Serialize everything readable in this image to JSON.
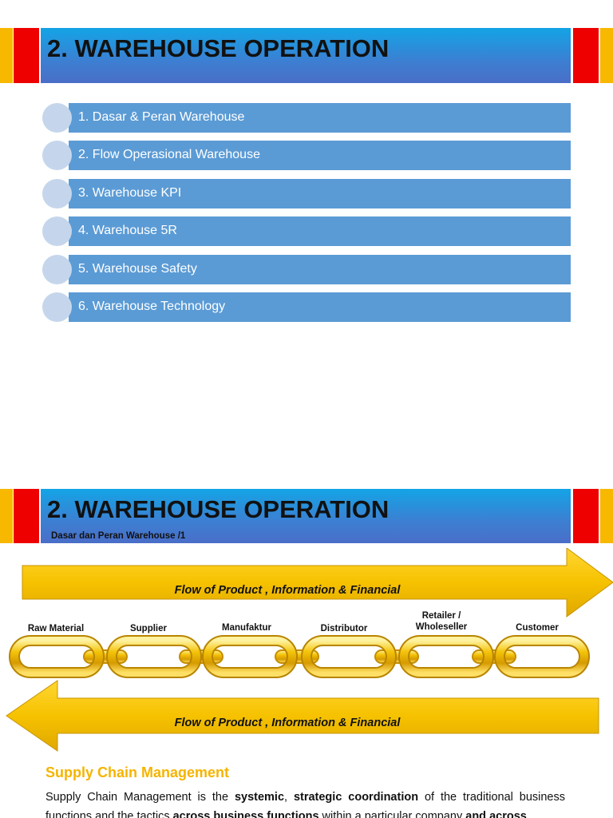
{
  "slide1": {
    "title": "2. WAREHOUSE OPERATION",
    "menu": [
      "1. Dasar & Peran Warehouse",
      "2. Flow Operasional Warehouse",
      "3. Warehouse KPI",
      "4. Warehouse 5R",
      "5. Warehouse Safety",
      "6. Warehouse Technology"
    ]
  },
  "slide2": {
    "title": "2. WAREHOUSE OPERATION",
    "subtitle": "Dasar dan Peran Warehouse /1",
    "arrow_top_label": "Flow of Product , Information & Financial",
    "arrow_bottom_label": "Flow of Product , Information & Financial",
    "chain_labels": [
      "Raw Material",
      "Supplier",
      "Manufaktur",
      "Distributor",
      "Retailer / Wholeseller",
      "Customer"
    ],
    "scm_title": "Supply Chain Management",
    "scm_body": {
      "t1": "Supply Chain Management is the ",
      "b1": "systemic",
      "t2": ", ",
      "b2": "strategic coordination",
      "t3": " of the traditional business functions and the tactics ",
      "b3": "across business functions",
      "t4": " within a particular company ",
      "b4": "and across"
    }
  },
  "colors": {
    "accent_yellow": "#f8b800",
    "accent_red": "#ee0000",
    "header_blue": "#3c7fd2",
    "menu_blue": "#5b9bd5",
    "menu_circle": "#c5d6ec",
    "arrow_gold": "#f6c200",
    "scm_title": "#f5b400"
  }
}
